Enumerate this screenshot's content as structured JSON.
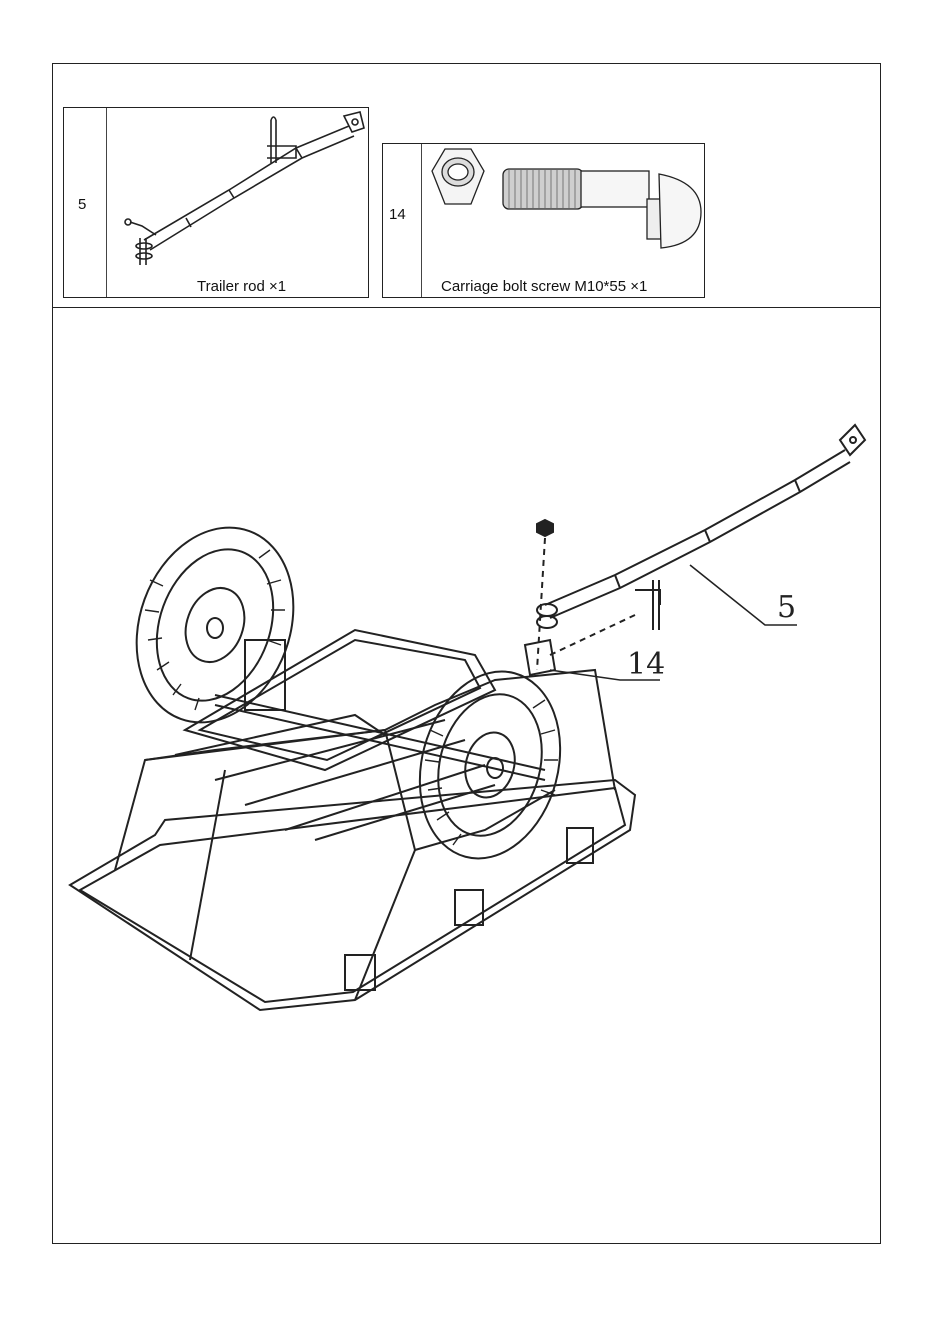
{
  "parts": [
    {
      "number": "5",
      "caption": "Trailer rod ×1",
      "icon": "trailer-rod-drawing"
    },
    {
      "number": "14",
      "caption": "Carriage bolt screw M10*55 ×1",
      "icon": "carriage-bolt-with-nut-drawing"
    }
  ],
  "assembly": {
    "callouts": [
      "5",
      "14"
    ],
    "icon": "cart-assembly-exploded-drawing"
  }
}
